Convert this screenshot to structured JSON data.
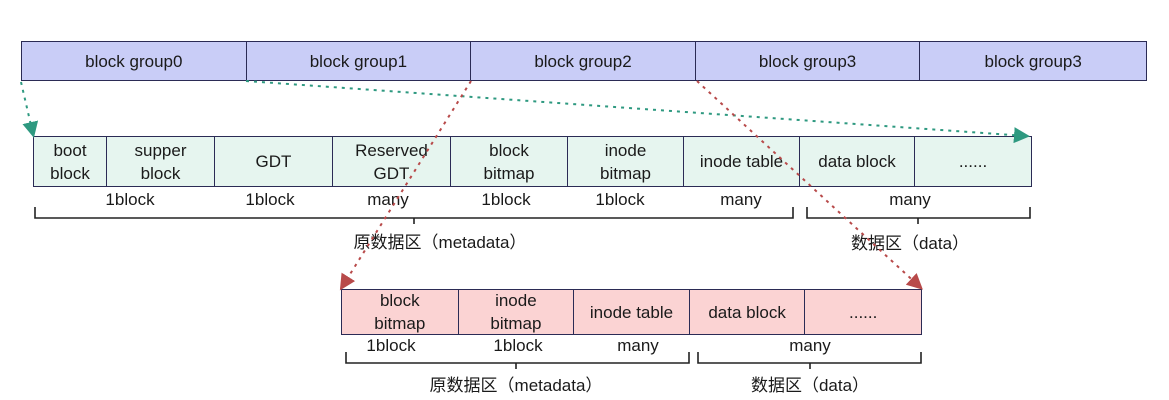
{
  "block_groups": [
    "block group0",
    "block group1",
    "block group2",
    "block group3",
    "block group3"
  ],
  "group_layout": [
    {
      "label": "boot\nblock",
      "size": "1block"
    },
    {
      "label": "supper\nblock",
      "size": ""
    },
    {
      "label": "GDT",
      "size": "1block"
    },
    {
      "label": "Reserved\nGDT",
      "size": "many"
    },
    {
      "label": "block\nbitmap",
      "size": "1block"
    },
    {
      "label": "inode\nbitmap",
      "size": "1block"
    },
    {
      "label": "inode table",
      "size": "many"
    },
    {
      "label": "data block",
      "size": ""
    },
    {
      "label": "......",
      "size": ""
    }
  ],
  "group_layout_data_size": "many",
  "group_layout_regions": {
    "metadata": "原数据区（metadata）",
    "data": "数据区（data）"
  },
  "later_group_layout": [
    {
      "label": "block\nbitmap",
      "size": "1block"
    },
    {
      "label": "inode\nbitmap",
      "size": "1block"
    },
    {
      "label": "inode table",
      "size": "many"
    },
    {
      "label": "data block",
      "size": ""
    },
    {
      "label": "......",
      "size": ""
    }
  ],
  "later_group_data_size": "many",
  "later_group_regions": {
    "metadata": "原数据区（metadata）",
    "data": "数据区（data）"
  },
  "colors": {
    "group_fill": "#c9cdf7",
    "layout_fill": "#e6f5ef",
    "later_layout_fill": "#fbd3d3",
    "teal_arrow": "#2e9980",
    "red_arrow": "#b84a4a"
  }
}
